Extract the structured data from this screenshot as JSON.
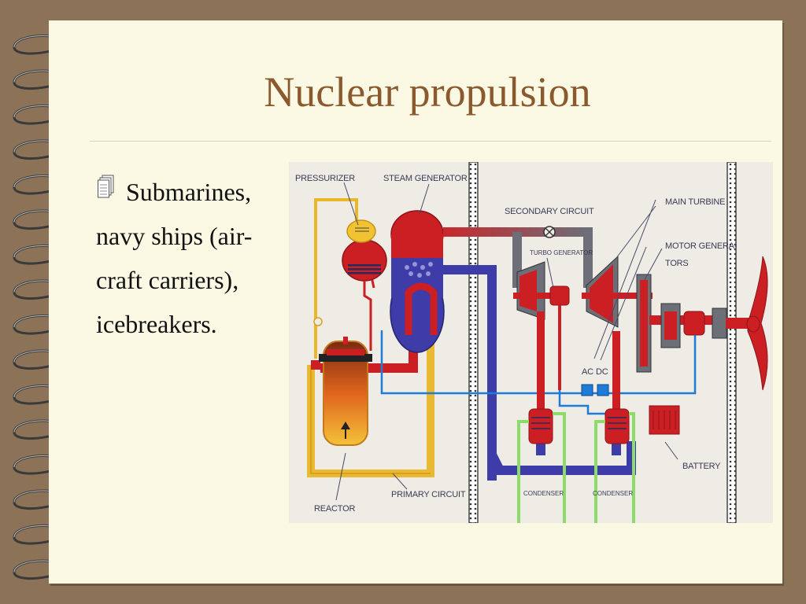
{
  "slide": {
    "title": "Nuclear propulsion",
    "bullet_icon": "notepad-icon",
    "bullet_lines": [
      "Submarines,",
      "navy ships (air-",
      "craft  carriers),",
      "icebreakers."
    ]
  },
  "diagram": {
    "labels": {
      "pressurizer": "PRESSURIZER",
      "steam_generator": "STEAM GENERATOR",
      "secondary_circuit": "SECONDARY CIRCUIT",
      "main_turbine": "MAIN TURBINE",
      "turbo_generator": "TURBO GENERATOR",
      "motor_generators_1": "MOTOR GENERA-",
      "motor_generators_2": "TORS",
      "ac": "AC",
      "dc": "DC",
      "battery": "BATTERY",
      "reactor": "REACTOR",
      "primary_circuit": "PRIMARY CIRCUIT",
      "condenser_left": "CONDENSER",
      "condenser_right": "CONDENSER"
    }
  }
}
